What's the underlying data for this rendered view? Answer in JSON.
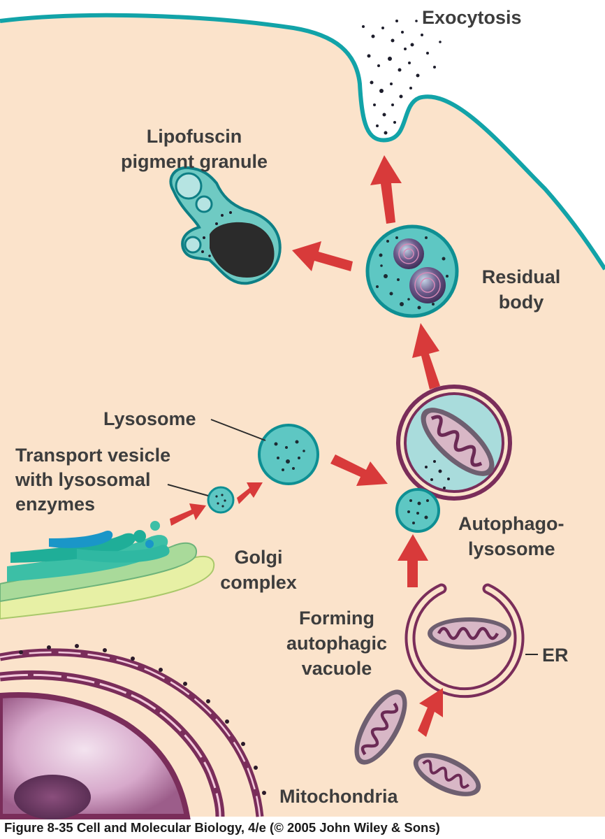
{
  "labels": {
    "exocytosis": "Exocytosis",
    "lipofuscin_line1": "Lipofuscin",
    "lipofuscin_line2": "pigment granule",
    "residual_line1": "Residual",
    "residual_line2": "body",
    "lysosome": "Lysosome",
    "transport_line1": "Transport vesicle",
    "transport_line2": "with lysosomal",
    "transport_line3": "enzymes",
    "autophago_line1": "Autophago-",
    "autophago_line2": "lysosome",
    "golgi_line1": "Golgi",
    "golgi_line2": "complex",
    "forming_line1": "Forming",
    "forming_line2": "autophagic",
    "forming_line3": "vacuole",
    "er": "ER",
    "mitochondria": "Mitochondria"
  },
  "caption": "Figure 8-35  Cell and Molecular Biology, 4/e (© 2005 John Wiley & Sons)",
  "colors": {
    "cytoplasm": "#fbe3cb",
    "membrane": "#12a3a8",
    "vesicle_fill": "#5ec7c3",
    "lysosome_inner": "#a9dcdc",
    "arrow": "#d83a3a",
    "er": "#7a2d5a",
    "mito_outer": "#6e5f70",
    "nucleus": "#c48fb5"
  }
}
